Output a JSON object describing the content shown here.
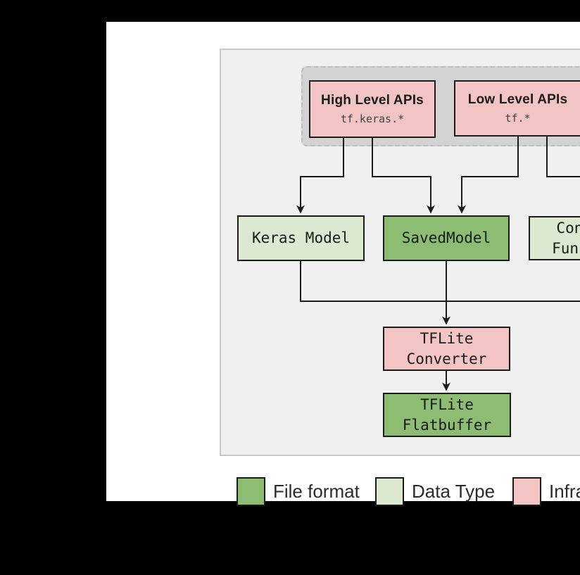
{
  "diagram": {
    "title_semantic": "TensorFlow Lite conversion workflow",
    "apis_group": {
      "high_level": {
        "title": "High Level APIs",
        "code": "tf.keras.*"
      },
      "low_level": {
        "title": "Low Level APIs",
        "code": "tf.*"
      }
    },
    "nodes": {
      "keras_model": {
        "label": "Keras Model"
      },
      "saved_model": {
        "label": "SavedModel"
      },
      "concrete_functions": {
        "label": "Concrete Functions"
      },
      "tflite_converter": {
        "label": "TFLite Converter"
      },
      "tflite_flatbuffer": {
        "label": "TFLite Flatbuffer"
      }
    },
    "edges": [
      {
        "from": "high_level_apis",
        "to": "keras_model"
      },
      {
        "from": "high_level_apis",
        "to": "saved_model"
      },
      {
        "from": "low_level_apis",
        "to": "saved_model"
      },
      {
        "from": "low_level_apis",
        "to": "concrete_functions"
      },
      {
        "from": "keras_model",
        "to": "tflite_converter"
      },
      {
        "from": "saved_model",
        "to": "tflite_converter"
      },
      {
        "from": "concrete_functions",
        "to": "tflite_converter"
      },
      {
        "from": "tflite_converter",
        "to": "tflite_flatbuffer"
      }
    ],
    "colors": {
      "file_format_green": "#8cbd72",
      "data_type_green": "#dbe9d0",
      "infrastructure_pink": "#f2c5c4",
      "panel_gray": "#f0f0f0",
      "apis_group_gray": "#d3d3d3",
      "line_black": "#1b1b1b",
      "page_background": "#000000",
      "card_white": "#ffffff"
    }
  },
  "legend": {
    "items": [
      {
        "label": "File format",
        "color": "#8cbd72"
      },
      {
        "label": "Data Type",
        "color": "#dbe9d0"
      },
      {
        "label": "Infrastructure",
        "color": "#f2c5c4"
      }
    ]
  }
}
